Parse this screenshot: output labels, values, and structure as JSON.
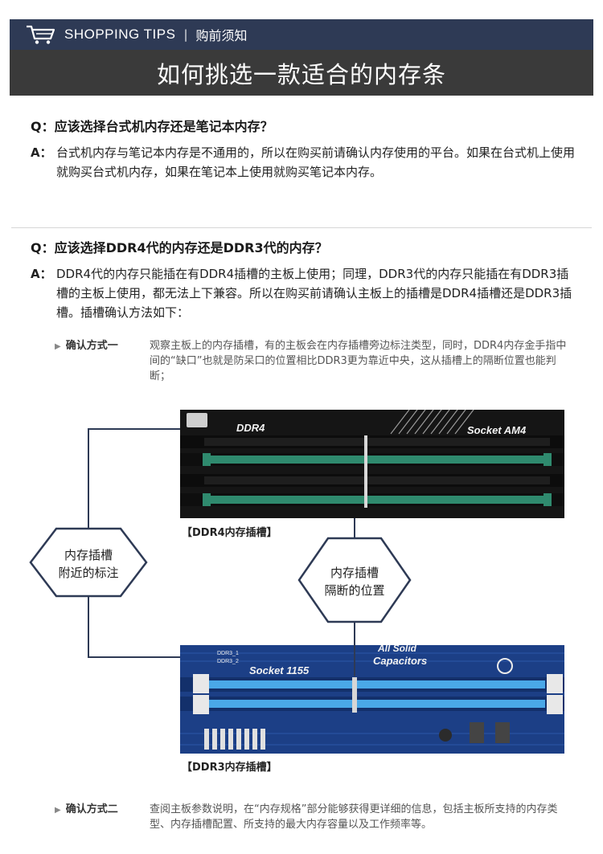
{
  "header": {
    "brand": "SHOPPING TIPS",
    "separator": "|",
    "brand_cn": "购前须知",
    "title": "如何挑选一款适合的内存条",
    "icon": "shopping-cart-icon"
  },
  "qa1": {
    "question": "Q：应该选择台式机内存还是笔记本内存？",
    "answer_prefix": "A：",
    "answer": "台式机内存与笔记本内存是不通用的，所以在购买前请确认内存使用的平台。如果在台式机上使用就购买台式机内存，如果在笔记本上使用就购买笔记本内存。"
  },
  "qa2": {
    "question": "Q：应该选择DDR4代的内存还是DDR3代的内存？",
    "answer_prefix": "A：",
    "answer": "DDR4代的内存只能插在有DDR4插槽的主板上使用；同理，DDR3代的内存只能插在有DDR3插槽的主板上使用，都无法上下兼容。所以在购买前请确认主板上的插槽是DDR4插槽还是DDR3插槽。插槽确认方法如下："
  },
  "method1": {
    "label": "确认方式一",
    "text": "观察主板上的内存插槽，有的主板会在内存插槽旁边标注类型，同时，DDR4内存金手指中间的“缺口”也就是防呆口的位置相比DDR3更为靠近中央，这从插槽上的隔断位置也能判断；"
  },
  "diagram": {
    "ddr4_board_label": "DDR4",
    "ddr4_socket": "Socket AM4",
    "ddr4_caption": "【DDR4内存插槽】",
    "ddr3_socket": "Socket 1155",
    "ddr3_marks": [
      "DDR3_1",
      "DDR3_2"
    ],
    "ddr3_brand": [
      "All Solid",
      "Capacitors"
    ],
    "ddr3_caption": "【DDR3内存插槽】",
    "hex_left": [
      "内存插槽",
      "附近的标注"
    ],
    "hex_right": [
      "内存插槽",
      "隔断的位置"
    ],
    "ddr4_slot_color": "#2f8a6e",
    "ddr3_slot_color": "#4aa8e8",
    "hex_stroke": "#2e3a55"
  },
  "method2": {
    "label": "确认方式二",
    "text": "查阅主板参数说明，在“内存规格”部分能够获得更详细的信息，包括主板所支持的内存类型、内存插槽配置、所支持的最大内存容量以及工作频率等。"
  }
}
